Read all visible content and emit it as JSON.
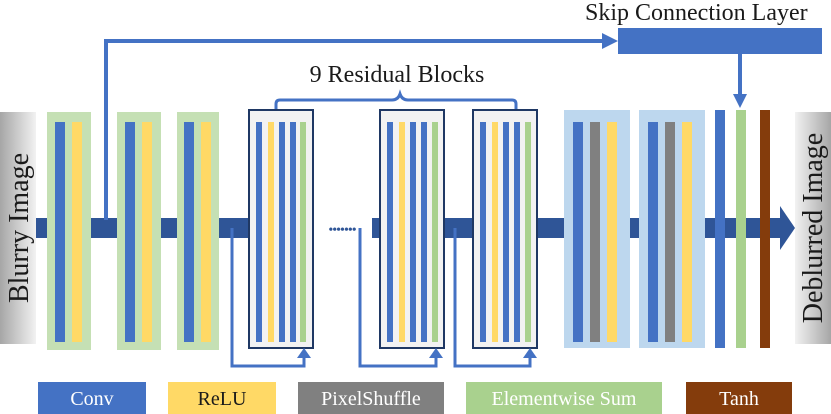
{
  "input_label": "Blurry Image",
  "output_label": "Deblurred Image",
  "skip_label": "Skip Connection Layer",
  "residual_label": "9 Residual Blocks",
  "dots": "•••••••",
  "legend": [
    {
      "key": "conv",
      "label": "Conv",
      "color": "#4472C4",
      "text_color": "#ffffff"
    },
    {
      "key": "relu",
      "label": "ReLU",
      "color": "#FFD966",
      "text_color": "#1a1a1a"
    },
    {
      "key": "pixelshuffle",
      "label": "PixelShuffle",
      "color": "#808080",
      "text_color": "#ffffff"
    },
    {
      "key": "elementwise",
      "label": "Elementwise Sum",
      "color": "#A9D18E",
      "text_color": "#ffffff"
    },
    {
      "key": "tanh",
      "label": "Tanh",
      "color": "#843C0C",
      "text_color": "#ffffff"
    }
  ],
  "colors": {
    "conv": "#4472C4",
    "relu": "#FFD966",
    "pixelshuffle": "#808080",
    "elementwise": "#A9D18E",
    "tanh": "#843C0C",
    "block_bg_green": "#C5E0B4",
    "block_bg_blue": "#BDD7EE",
    "arrow": "#2F5597",
    "line": "#4472C4",
    "panel_gray": "#bfbfbf"
  }
}
